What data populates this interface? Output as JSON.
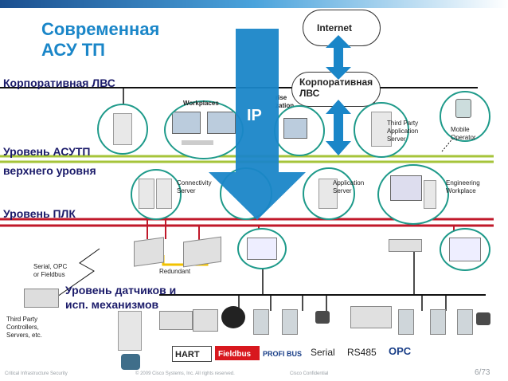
{
  "title": {
    "line1": "Современная",
    "line2": "АСУ ТП"
  },
  "top_bar": {
    "color": "#1b6fb0"
  },
  "cloud_internet": "Internet",
  "cloud_corp": {
    "line1": "Корпоративная",
    "line2": "ЛВС"
  },
  "enterprise_partial": {
    "line1": "rise",
    "line2": "zation"
  },
  "ip_label": "IP",
  "levels": {
    "corporate": "Корпоративная ЛВС",
    "scada_1": "Уровень АСУТП",
    "scada_2": "верхнего уровня",
    "plc": "Уровень ПЛК",
    "field_1": "Уровень датчиков и",
    "field_2": "исп. механизмов"
  },
  "nodes": {
    "workplaces": "Workplaces",
    "third_party_app": {
      "line1": "Third Party",
      "line2": "Application",
      "line3": "Server"
    },
    "mobile": {
      "line1": "Mobile",
      "line2": "Operator"
    },
    "connectivity": {
      "line1": "Connectivity",
      "line2": "Server"
    },
    "application": {
      "line1": "Application",
      "line2": "Server"
    },
    "engineering": {
      "line1": "Engineering",
      "line2": "Workplace"
    },
    "redundant": "Redundant",
    "serial_opc": {
      "line1": "Serial, OPC",
      "line2": "or Fieldbus"
    },
    "third_party_ctrl": {
      "line1": "Third Party",
      "line2": "Controllers,",
      "line3": "Servers, etc."
    }
  },
  "protocols": {
    "serial": "Serial",
    "rs485": "RS485"
  },
  "logos": {
    "hart": "HART",
    "fieldbus": "Fieldbus",
    "profibus": "PROFI BUS",
    "opc": "OPC"
  },
  "footer": {
    "left": "Critical Infrastructure Security",
    "center": "© 2009 Cisco Systems, Inc. All rights reserved.",
    "conf": "Cisco Confidential",
    "page": "6/73"
  },
  "colors": {
    "accent": "#1a86c8",
    "level_text": "#1b1b6a",
    "scada_bus": "#a6c43a",
    "plc_bus": "#c0182a",
    "ip_arrow": "#1a86c8",
    "node_ring": "#1e9a8a"
  }
}
